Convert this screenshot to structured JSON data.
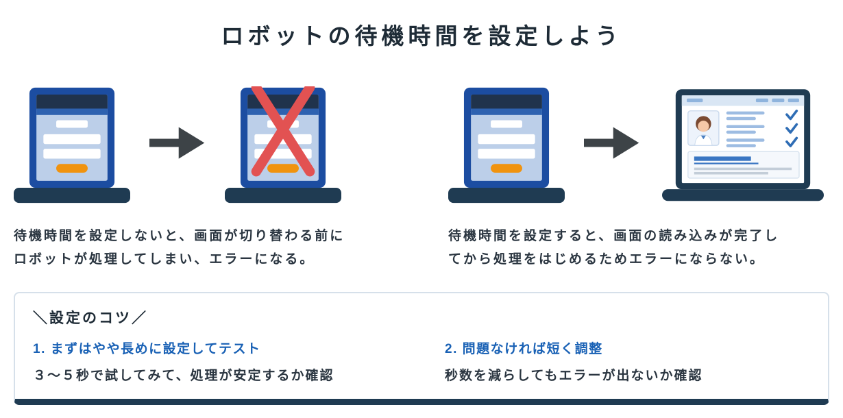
{
  "title": "ロボットの待機時間を設定しよう",
  "scenarios": [
    {
      "id": "without-wait",
      "icons": [
        "laptop-login-icon",
        "arrow-right-icon",
        "laptop-error-icon"
      ],
      "caption_line1": "待機時間を設定しないと、画面が切り替わる前に",
      "caption_line2": "ロボットが処理してしまい、エラーになる。"
    },
    {
      "id": "with-wait",
      "icons": [
        "laptop-login-icon",
        "arrow-right-icon",
        "laptop-loaded-icon"
      ],
      "caption_line1": "待機時間を設定すると、画面の読み込みが完了し",
      "caption_line2": "てから処理をはじめるためエラーにならない。"
    }
  ],
  "tips": {
    "heading": "＼設定のコツ／",
    "items": [
      {
        "title": "1. まずはやや長めに設定してテスト",
        "description": "３〜５秒で試してみて、処理が安定するか確認"
      },
      {
        "title": "2. 問題なければ短く調整",
        "description": "秒数を減らしてもエラーが出ないか確認"
      }
    ]
  },
  "colors": {
    "screen_frame_blue": "#1c4da1",
    "screen_bg_periwinkle": "#bccfe9",
    "header_navy": "#20334c",
    "laptop_base_navy": "#1f3b52",
    "button_orange": "#f0930f",
    "error_red": "#e25252",
    "arrow_gray": "#3d4347",
    "accent_blue": "#1961b5",
    "check_blue": "#2f6db5",
    "tips_border": "#d6e0ea",
    "text_dark": "#2a3540"
  }
}
